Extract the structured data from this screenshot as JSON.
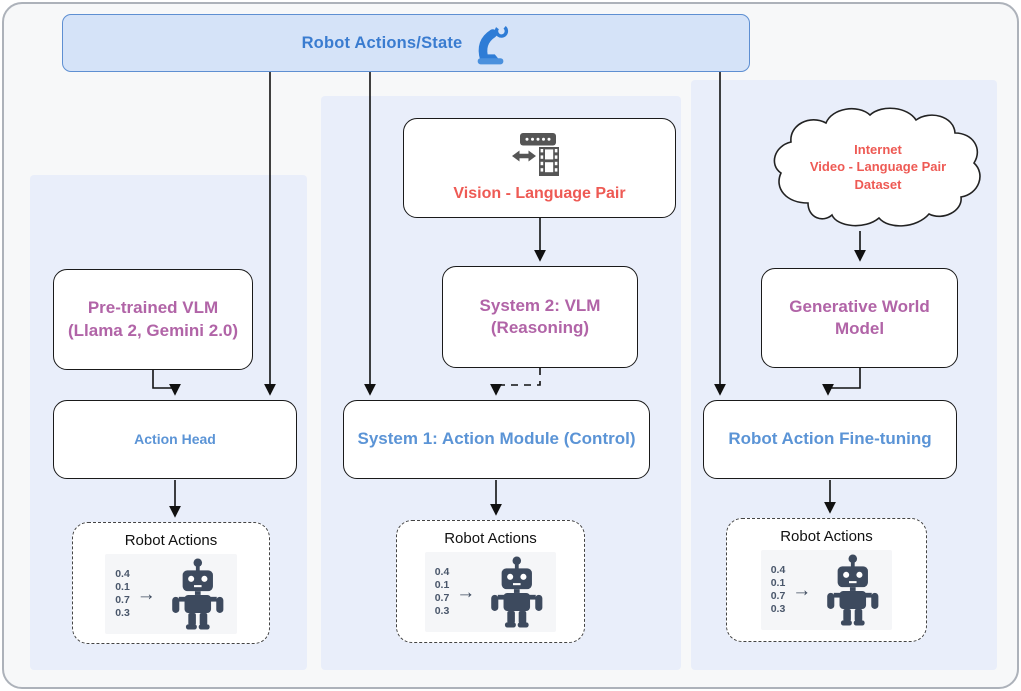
{
  "banner": {
    "label": "Robot Actions/State"
  },
  "left_column": {
    "pretrained_vlm": "Pre-trained VLM\n(Llama 2, Gemini 2.0)",
    "action_head": "Action Head"
  },
  "middle_column": {
    "vision_language_pair": "Vision - Language Pair",
    "system2": "System 2: VLM\n(Reasoning)",
    "system1": "System 1: Action Module (Control)"
  },
  "right_column": {
    "internet_dataset": "Internet\nVideo - Language Pair\nDataset",
    "generative_world_model": "Generative World\nModel",
    "robot_action_finetuning": "Robot Action Fine-tuning"
  },
  "robot_actions": {
    "title": "Robot Actions",
    "values": [
      "0.4",
      "0.1",
      "0.7",
      "0.3"
    ],
    "arrow_glyph": "→"
  },
  "icons": {
    "banner_icon": "robot-arm-icon",
    "vision_icon": "video-language-pair-icon",
    "robot_icon": "robot-icon"
  },
  "colors": {
    "banner_fill": "#d5e3f8",
    "banner_border": "#5e8fd2",
    "banner_text": "#3a7cd0",
    "panel_fill": "#e9eefa",
    "purple_text": "#b164a7",
    "blue_text": "#5b94d6",
    "red_text": "#ee5a54",
    "robot_icon": "#3d4a5e",
    "box_border": "#1a1a1a"
  }
}
